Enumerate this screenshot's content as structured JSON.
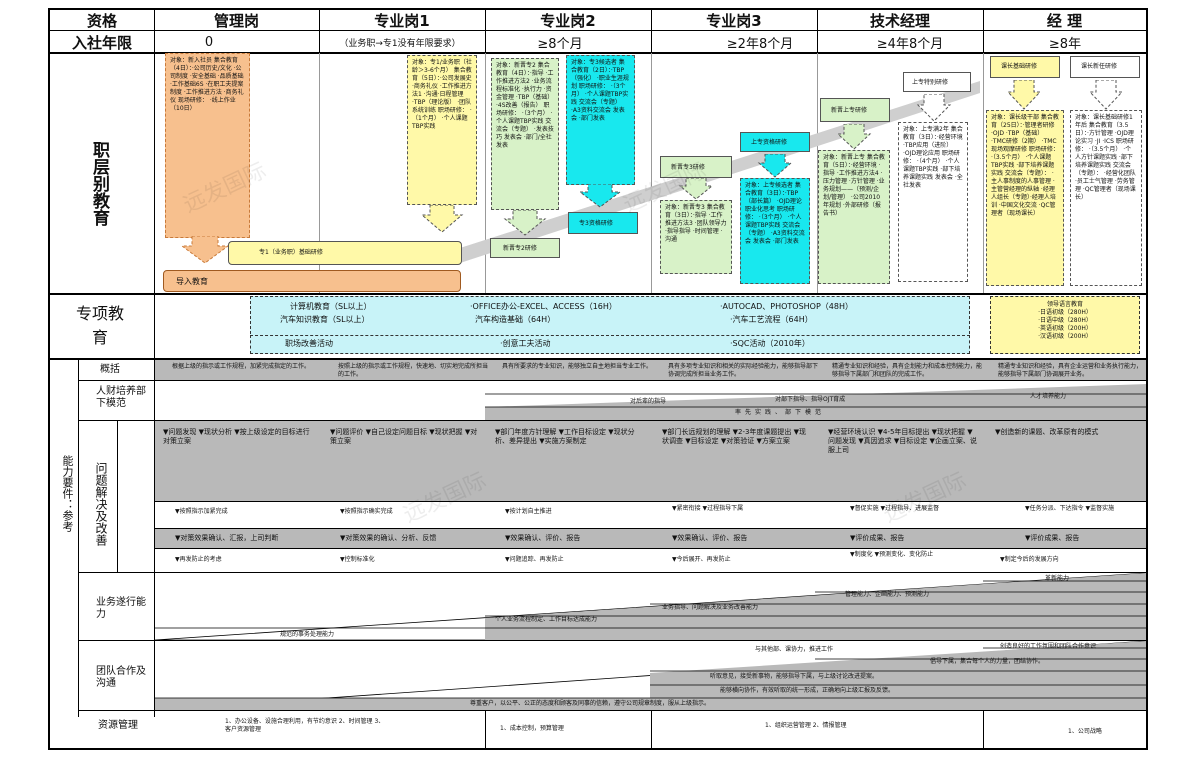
{
  "header": {
    "qualification_label": "资格",
    "tenure_label": "入社年限",
    "positions": [
      {
        "title": "管理岗",
        "tenure": "0"
      },
      {
        "title": "专业岗1",
        "tenure": "（业务职→专1没有年限要求）"
      },
      {
        "title": "专业岗2",
        "tenure": "≥8个月"
      },
      {
        "title": "专业岗3",
        "tenure": "≥2年8个月"
      },
      {
        "title": "技术经理",
        "tenure": "≥4年8个月"
      },
      {
        "title": "经 理",
        "tenure": "≥8年"
      }
    ]
  },
  "layer_edu": {
    "label": "职层别教育",
    "boxes": {
      "mgmt": "对象：新入社员 集合教育（4日）：·公司历史/文化 ·公司制度 ·安全基础 ·品质基础 ·工作基础6S ·在职工夫提案制度 ·工作推进方法 ·商务礼仪 现场研修： ·线上作业（10日）",
      "induction": "导入教育",
      "sp1_basic": "专1（业务职）基础研修",
      "sp1": "对象：专1/业务职（社龄＞3-6个月） 集合教育（5日）：·公司发展史 ·商务礼仪 ·工作推进方法1 ·沟通·日程管理 ·TBP（理论版） ·团队系统训练 职场研修： ·（1个月） ·个人课题TBP实践",
      "sp2": "对象：新晋专2 集合教育（4日）：·指导 ·工作推进方法2 ·业务流程标准化 ·执行力 ·资金管理 ·TBP（基础） ·4S改善（报告） 职场研修： ·（3个月） ·个人课题TBP实践 交流会（专题） ·发表技巧 发表会 ·部门/全社发表",
      "sp2_new": "新晋专2研修",
      "sp3a": "对象：专3候选者 集合教育（2日）：·TBP（强化） ·职业生涯规划 职场研修： ·（3个月） ·个人课题TBP实践 交流会（专题） ·A3资料交流会 发表会 ·部门发表",
      "sp3_qual": "专3资格研修",
      "sp3_new": "新晋专3研修",
      "sp3b": "对象：新晋专3 集合教育（3日）：·指导 ·工作推进方法3 ·团队领导力 ·指导指导 ·时间管理 ·沟通",
      "up_qual": "上专资格研修",
      "up": "对象：上专候选者 集合教育（3日）：·TBP（部长篇） ·OJD理论 职业化思考 职场研修： ·（3个月） ·个人课题TBP实践 交流会（专题） ·A3资料交流会 发表会 ·部门发表",
      "up_new": "新晋上专研修",
      "up2": "对象：新晋上专 集合教育（5日）：·经营环境 ·指导 ·工作推进方法4 ·压力管理 ·方针管理 ·业务规划——（预测/企划/管理） ·公司2010年规划 ·外部研修（报告书）",
      "up_special": "上专特别研修",
      "up3": "对象：上专满2年 集合教育（3日）：·经营环境 ·TBP应用（进阶） ·OJD理论应用 职场研修： ·（4个月） ·个人课题TBP实践 ·部下培养课题实践 发表会 ·全社发表",
      "dept_basic": "课长基础研修",
      "mgr": "对象：课长级干部 集合教育（25日）：·管理者研修 ·OJD ·TBP（基础） ·TMC研修（2期） ·TMC现场观摩研修 职场研修： ·（3.5个月） ·个人课题TBP实践 ·部下培养课题实践 交流会（专题）： ·主人事制度的人事管理 ·主管营经理的纵轴 ·经理人组长（专题）·经理人培训 ·中国文化交流 ·QC管理者（现场课长）",
      "dept_new": "课长新任研修",
      "dept2": "对象：课长基础研修1年后 集合教育（3.5日）：·方针管理 ·OJD理论实习 ·JI ·ICS 职场研修： ·（3.5个月） ·个人方针课题实践 ·部下培养课题实践 交流会（专题）： ·经营化团队 ·员工士气管理 ·劳务管理 ·QC管理者（现场课长）"
    }
  },
  "special_edu": {
    "label": "专项教育",
    "items": [
      "计算机教育（SL以上）",
      "·OFFICE办公-EXCEL、ACCESS（16H）",
      "·AUTOCAD、PHOTOSHOP（48H）",
      "汽车知识教育（SL以上）",
      "汽车构造基础（64H）",
      "·汽车工艺流程（64H）",
      "职场改善活动",
      "·创意工夫活动",
      "·SQC活动（2010年）"
    ],
    "lang_title": "领导语言教育",
    "lang": [
      "·日语初级（280H）",
      "·日语中级（280H）",
      "·英语初级（200H）",
      "·汉语初级（200H）"
    ]
  },
  "ability": {
    "label": "能力要件：参考",
    "overview": {
      "label": "概括",
      "cells": [
        "根据上级的指示或工作规程，加紧完成指定的工作。",
        "按照上级的指示或工作规程，快速地、切实地完成所担当的工作。",
        "具有所要求的专业知识，能够独立自主地担当专业工作。",
        "具有多项专业知识和相关的实际经验能力，能够指导部下协调完成所担当业务工作。",
        "精通专业知识和经验，具有企划能力和成本控制能力，能够指导下属部门和团队的完成工作。",
        "精通专业知识和经验，具有企业运营和业务执行能力，能够指导下属部门协调展开业务。"
      ]
    },
    "talent": {
      "label": "人财培养部下模范",
      "lines": [
        "对后辈的指导",
        "对部下指导、指导OJT育成",
        "人才培养能力",
        "率先实践、部下模范"
      ]
    },
    "problem": {
      "label": "问题解决及改善",
      "a": [
        "▼问题发现 ▼现状分析 ▼按上级设定的目标进行对策立案",
        "▼问题评价 ▼自己设定问题目标 ▼现状把握 ▼对策立案",
        "▼部门年度方针理解 ▼工作目标设定 ▼现状分析、差异提出 ▼实施方案制定",
        "▼部门长远规划的理解 ▼2-3年度课题提出 ▼现状调查 ▼目标设定 ▼对策验证 ▼方案立案",
        "▼经营环境认识 ▼4-5年目标提出 ▼现状把握 ▼问题发现 ▼真因追求 ▼目标设定 ▼企画立案、说服上司",
        "▼创造新的课题、改革原有的模式"
      ],
      "b": [
        "▼按照指示加紧完成",
        "▼按照指示确实完成",
        "▼按计划自主推进",
        "▼紧密衔接 ▼过程指导下属",
        "▼督促实施 ▼过程指导、进展监督",
        "▼任务分派、下达指令 ▼监督实施"
      ],
      "c": [
        "▼对策效果确认、汇报，上司判断",
        "▼对策效果的确认、分析、反馈",
        "▼效果确认、评价、报告",
        "▼效果确认、评价、报告",
        "▼评价成果、报告",
        "▼评价成果、报告"
      ],
      "d": [
        "▼再发防止的考虑",
        "▼控制标准化",
        "▼问题追踪、再发防止",
        "▼今后展开、再发防止",
        "▼制度化 ▼预测变化、变化防止",
        "▼制定今后的发展方向"
      ]
    },
    "exec": {
      "label": "业务遂行能力",
      "lines": [
        "革新能力",
        "管理能力、企画能力、预测能力",
        "业务指导、问题解决及业务改善能力",
        "个人业务流程制定、工作目标达成能力",
        "规范的事务处理能力"
      ]
    },
    "team": {
      "label": "团队合作及沟通",
      "lines": [
        "创造良好的工作氛围和团队合作意识",
        "倡导下属，集合每个人的力量，团结协作。",
        "与其他部、课协力，推进工作",
        "听取意见，接受新事物，能够指导下属，与上级讨论改进提案。",
        "能够横向协作，有效听取的统一形成，正确地向上级汇报及反馈。",
        "尊重客户，以公平、公正的态度和顾客及同事的信赖，遵守公司规章制度，服从上级指示。"
      ]
    },
    "resource": {
      "label": "资源管理",
      "cells": [
        "1、办公设备、设施合理利用，有节约意识 2、时间管理 3、客户资源管理",
        "1、成本控制，预算管理",
        "1、组织运营管理 2、情报管理",
        "1、公司战略"
      ]
    }
  },
  "watermark": "远发国际"
}
